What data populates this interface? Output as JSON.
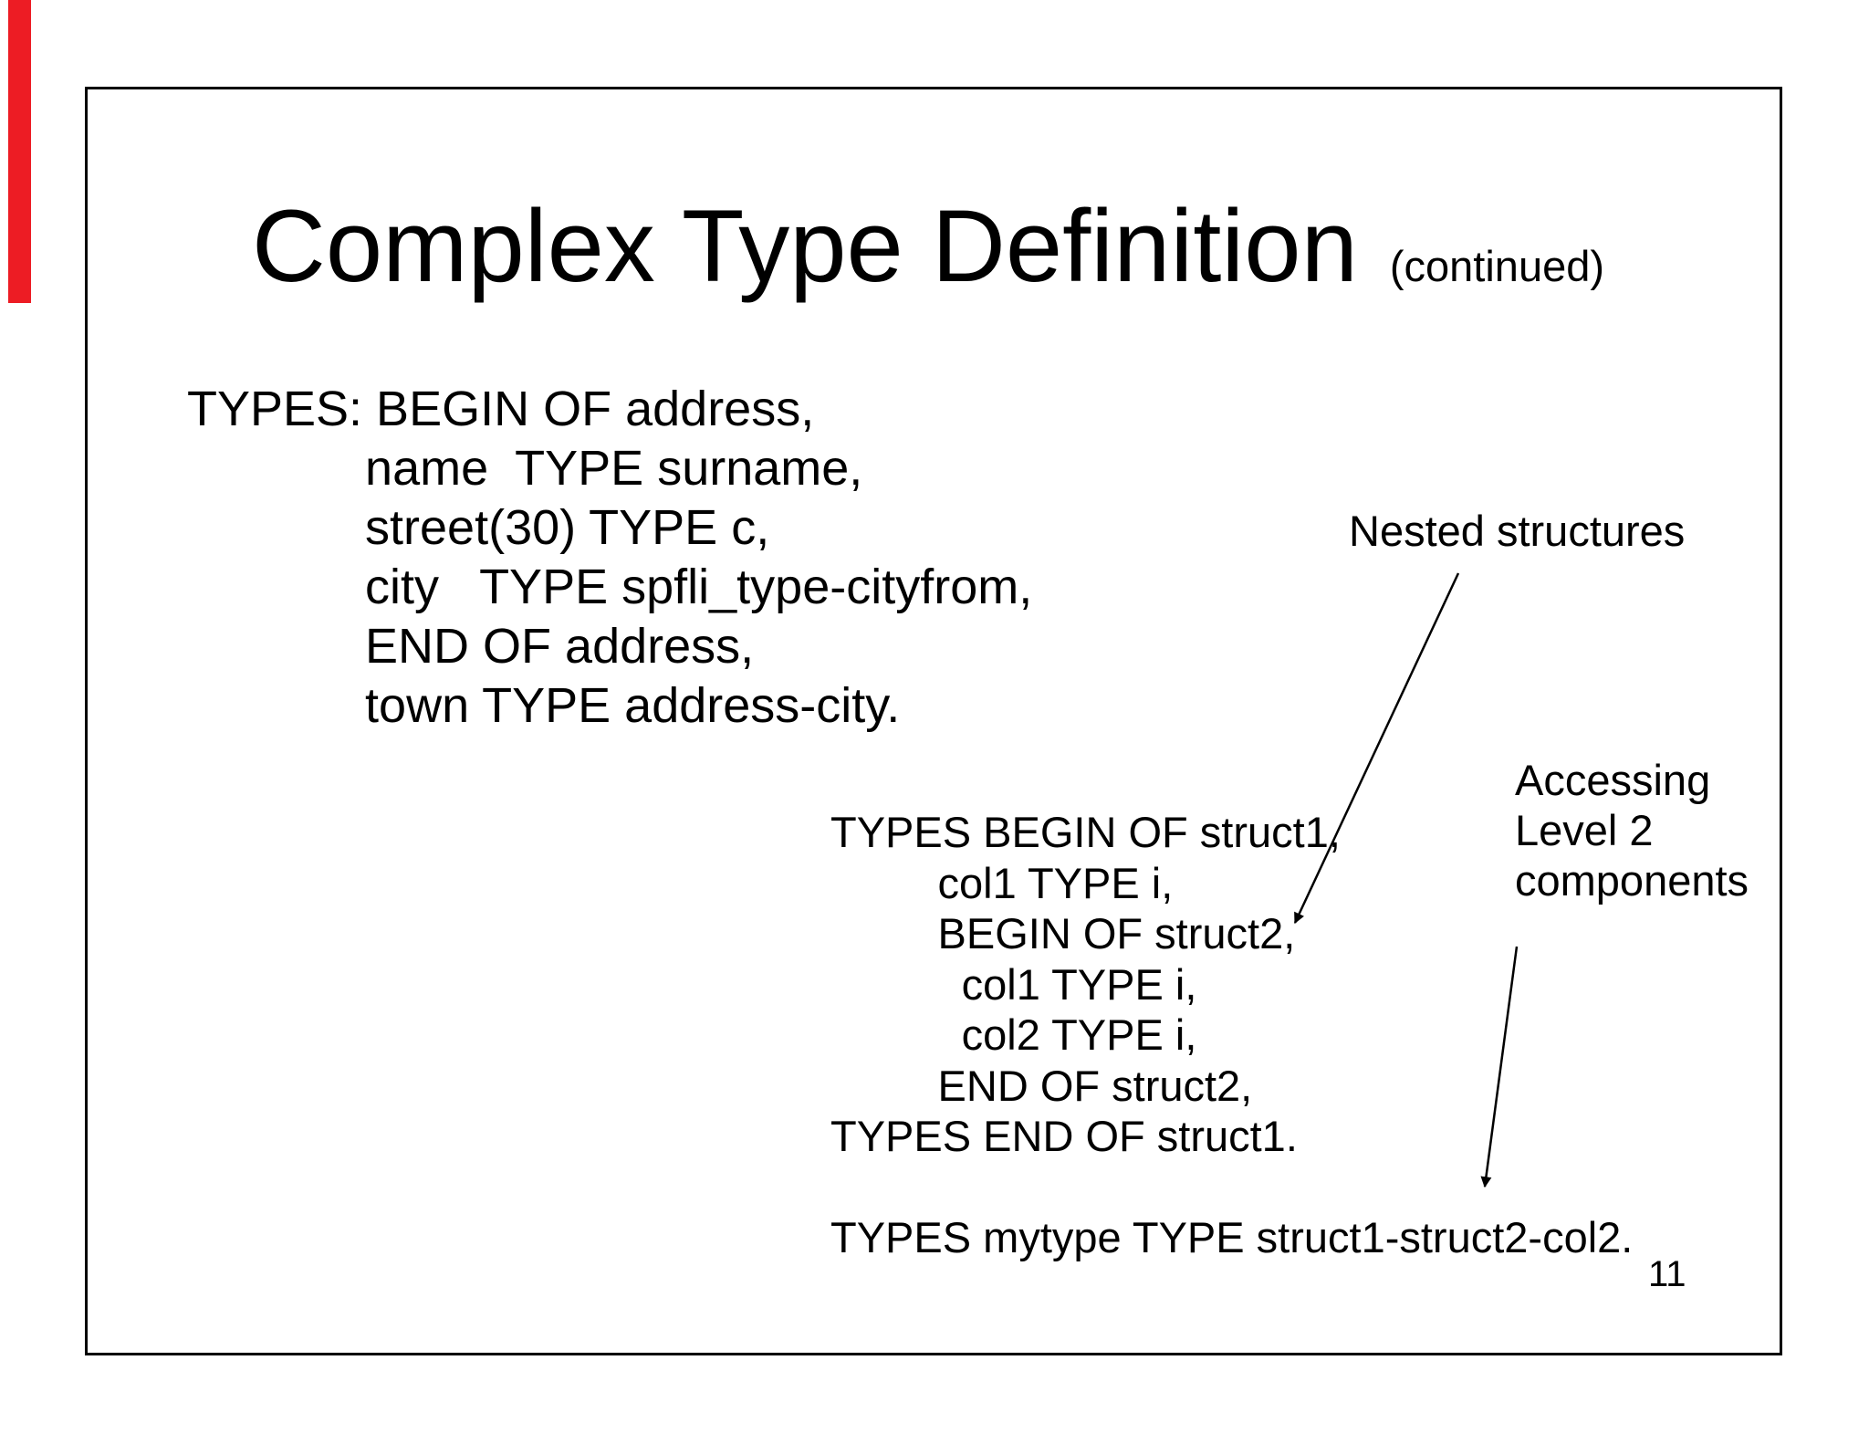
{
  "slide": {
    "accent_red": "#ed1c24",
    "title": "Complex Type Definition",
    "title_suffix": "(continued)",
    "code_block_1": {
      "lines": [
        "TYPES: BEGIN OF address,",
        "             name  TYPE surname,",
        "             street(30) TYPE c,",
        "             city   TYPE spfli_type-cityfrom,",
        "             END OF address,",
        "             town TYPE address-city."
      ]
    },
    "code_block_2": {
      "lines": [
        "TYPES BEGIN OF struct1,",
        "         col1 TYPE i,",
        "         BEGIN OF struct2,",
        "           col1 TYPE i,",
        "           col2 TYPE i,",
        "         END OF struct2,",
        "TYPES END OF struct1.",
        "",
        "TYPES mytype TYPE struct1-struct2-col2."
      ]
    },
    "labels": {
      "nested": "Nested structures",
      "accessing_lines": [
        "Accessing",
        "Level 2",
        "components"
      ]
    },
    "page_number": "11"
  }
}
